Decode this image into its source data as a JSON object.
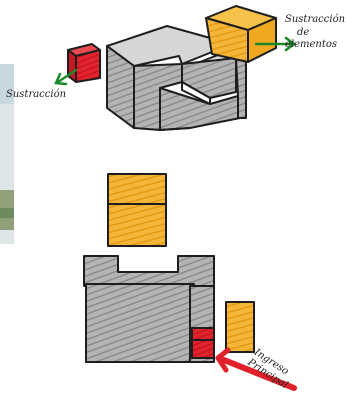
{
  "annotations": {
    "sustraccion_left": "Sustracción",
    "sustraccion_right_line1": "Sustracción",
    "sustraccion_right_line2": "de",
    "sustraccion_right_line3": "elementos",
    "ingreso_line1": "Ingreso",
    "ingreso_line2": "Principal"
  },
  "colors": {
    "mass": "#9e9e9e",
    "mass_light": "#c4c4c4",
    "subtraction": "#f0a820",
    "entrance": "#e0202a",
    "arrow_green": "#1a8a2a",
    "arrow_red": "#e0202a",
    "ink": "#1e1e1e"
  }
}
